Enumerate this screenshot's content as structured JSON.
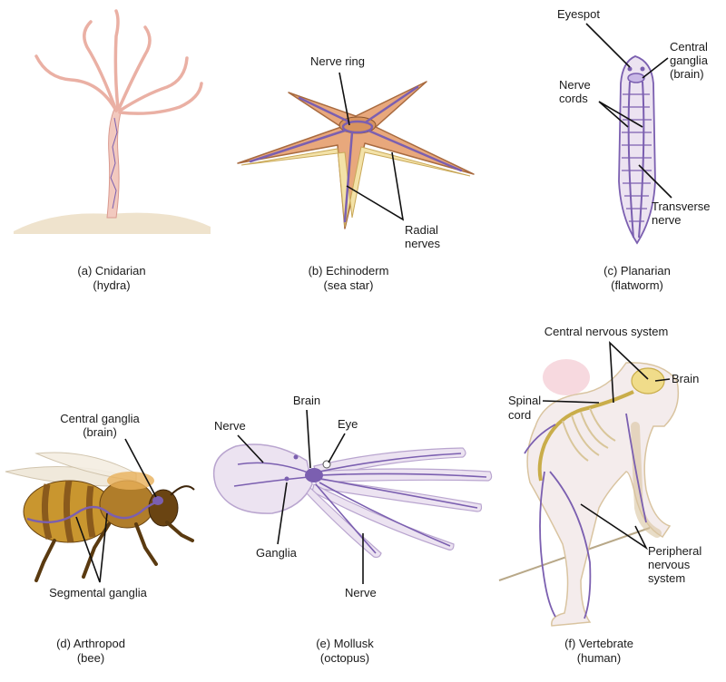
{
  "panels": [
    {
      "id": "cnidarian",
      "caption_line1": "(a) Cnidarian",
      "caption_line2": "(hydra)",
      "labels": []
    },
    {
      "id": "echinoderm",
      "caption_line1": "(b) Echinoderm",
      "caption_line2": "(sea star)",
      "labels": [
        {
          "line1": "Nerve ring",
          "line2": ""
        },
        {
          "line1": "Radial",
          "line2": "nerves"
        }
      ]
    },
    {
      "id": "planarian",
      "caption_line1": "(c) Planarian",
      "caption_line2": "(flatworm)",
      "labels": [
        {
          "line1": "Eyespot",
          "line2": "",
          "line3": ""
        },
        {
          "line1": "Central",
          "line2": "ganglia",
          "line3": "(brain)"
        },
        {
          "line1": "Nerve",
          "line2": "cords",
          "line3": ""
        },
        {
          "line1": "Transverse",
          "line2": "nerve",
          "line3": ""
        }
      ]
    },
    {
      "id": "arthropod",
      "caption_line1": "(d) Arthropod",
      "caption_line2": "(bee)",
      "labels": [
        {
          "line1": "Central ganglia",
          "line2": "(brain)"
        },
        {
          "line1": "Segmental ganglia",
          "line2": ""
        }
      ]
    },
    {
      "id": "mollusk",
      "caption_line1": "(e) Mollusk",
      "caption_line2": "(octopus)",
      "labels": [
        {
          "line1": "Brain"
        },
        {
          "line1": "Nerve"
        },
        {
          "line1": "Eye"
        },
        {
          "line1": "Ganglia"
        },
        {
          "line1": "Nerve"
        }
      ]
    },
    {
      "id": "vertebrate",
      "caption_line1": "(f) Vertebrate",
      "caption_line2": "(human)",
      "labels": [
        {
          "line1": "Central nervous system",
          "line2": "",
          "line3": ""
        },
        {
          "line1": "Brain",
          "line2": "",
          "line3": ""
        },
        {
          "line1": "Spinal",
          "line2": "cord",
          "line3": ""
        },
        {
          "line1": "Peripheral",
          "line2": "nervous",
          "line3": "system"
        }
      ]
    }
  ],
  "colors": {
    "nerve": "#7b5fb0",
    "nerve_light": "#c9b8e6",
    "hydra_body": "#f2c9bf",
    "seastar_skin": "#e8a87c",
    "sand": "#efe3cd",
    "bee_stripe": "#8a5a1c",
    "bee_yellow": "#c9962f",
    "octopus_skin": "#ece3f1",
    "human_brain": "#f0dc8a"
  },
  "icons": [
    "hydra-illustration",
    "sea-star-illustration",
    "flatworm-illustration",
    "bee-illustration",
    "octopus-illustration",
    "human-skeleton-illustration"
  ]
}
